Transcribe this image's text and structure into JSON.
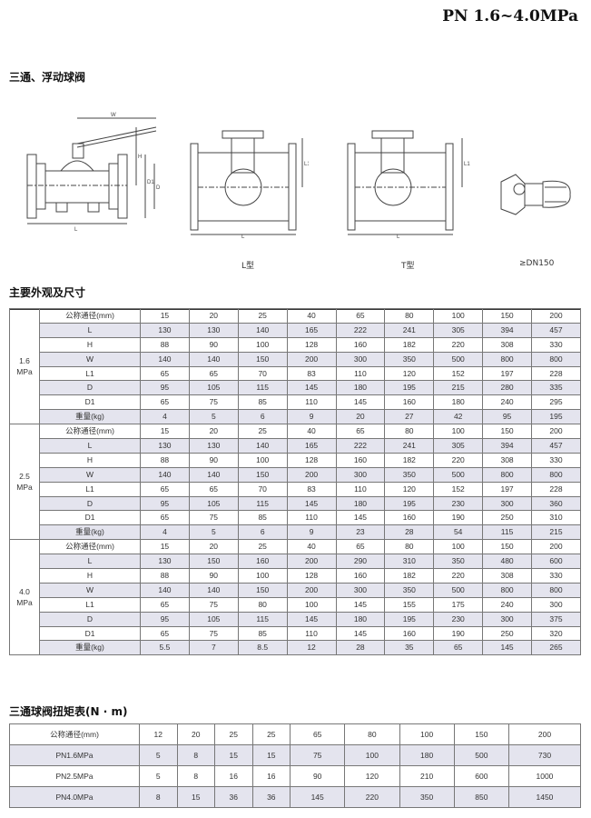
{
  "header": {
    "title": "PN 1.6~4.0MPa"
  },
  "section1": {
    "title": "三通、浮动球阀"
  },
  "drawings": {
    "captions": [
      "L型",
      "T型",
      "≥DN150"
    ],
    "labels": {
      "w": "W",
      "h": "H",
      "d": "D",
      "d1": "D1",
      "l": "L",
      "l1": "L1"
    }
  },
  "section2": {
    "title": "主要外观及尺寸"
  },
  "spec_table": {
    "groups": [
      {
        "pressure": [
          "1.6",
          "MPa"
        ],
        "rows": [
          {
            "label": "公称通径(mm)",
            "values": [
              "15",
              "20",
              "25",
              "40",
              "65",
              "80",
              "100",
              "150",
              "200"
            ],
            "shade": false
          },
          {
            "label": "L",
            "values": [
              "130",
              "130",
              "140",
              "165",
              "222",
              "241",
              "305",
              "394",
              "457"
            ],
            "shade": true
          },
          {
            "label": "H",
            "values": [
              "88",
              "90",
              "100",
              "128",
              "160",
              "182",
              "220",
              "308",
              "330"
            ],
            "shade": false
          },
          {
            "label": "W",
            "values": [
              "140",
              "140",
              "150",
              "200",
              "300",
              "350",
              "500",
              "800",
              "800"
            ],
            "shade": true
          },
          {
            "label": "L1",
            "values": [
              "65",
              "65",
              "70",
              "83",
              "110",
              "120",
              "152",
              "197",
              "228"
            ],
            "shade": false
          },
          {
            "label": "D",
            "values": [
              "95",
              "105",
              "115",
              "145",
              "180",
              "195",
              "215",
              "280",
              "335"
            ],
            "shade": true
          },
          {
            "label": "D1",
            "values": [
              "65",
              "75",
              "85",
              "110",
              "145",
              "160",
              "180",
              "240",
              "295"
            ],
            "shade": false
          },
          {
            "label": "重量(kg)",
            "values": [
              "4",
              "5",
              "6",
              "9",
              "20",
              "27",
              "42",
              "95",
              "195"
            ],
            "shade": true
          }
        ]
      },
      {
        "pressure": [
          "2.5",
          "MPa"
        ],
        "rows": [
          {
            "label": "公称通径(mm)",
            "values": [
              "15",
              "20",
              "25",
              "40",
              "65",
              "80",
              "100",
              "150",
              "200"
            ],
            "shade": false
          },
          {
            "label": "L",
            "values": [
              "130",
              "130",
              "140",
              "165",
              "222",
              "241",
              "305",
              "394",
              "457"
            ],
            "shade": true
          },
          {
            "label": "H",
            "values": [
              "88",
              "90",
              "100",
              "128",
              "160",
              "182",
              "220",
              "308",
              "330"
            ],
            "shade": false
          },
          {
            "label": "W",
            "values": [
              "140",
              "140",
              "150",
              "200",
              "300",
              "350",
              "500",
              "800",
              "800"
            ],
            "shade": true
          },
          {
            "label": "L1",
            "values": [
              "65",
              "65",
              "70",
              "83",
              "110",
              "120",
              "152",
              "197",
              "228"
            ],
            "shade": false
          },
          {
            "label": "D",
            "values": [
              "95",
              "105",
              "115",
              "145",
              "180",
              "195",
              "230",
              "300",
              "360"
            ],
            "shade": true
          },
          {
            "label": "D1",
            "values": [
              "65",
              "75",
              "85",
              "110",
              "145",
              "160",
              "190",
              "250",
              "310"
            ],
            "shade": false
          },
          {
            "label": "重量(kg)",
            "values": [
              "4",
              "5",
              "6",
              "9",
              "23",
              "28",
              "54",
              "115",
              "215"
            ],
            "shade": true
          }
        ]
      },
      {
        "pressure": [
          "4.0",
          "MPa"
        ],
        "rows": [
          {
            "label": "公称通径(mm)",
            "values": [
              "15",
              "20",
              "25",
              "40",
              "65",
              "80",
              "100",
              "150",
              "200"
            ],
            "shade": false
          },
          {
            "label": "L",
            "values": [
              "130",
              "150",
              "160",
              "200",
              "290",
              "310",
              "350",
              "480",
              "600"
            ],
            "shade": true
          },
          {
            "label": "H",
            "values": [
              "88",
              "90",
              "100",
              "128",
              "160",
              "182",
              "220",
              "308",
              "330"
            ],
            "shade": false
          },
          {
            "label": "W",
            "values": [
              "140",
              "140",
              "150",
              "200",
              "300",
              "350",
              "500",
              "800",
              "800"
            ],
            "shade": true
          },
          {
            "label": "L1",
            "values": [
              "65",
              "75",
              "80",
              "100",
              "145",
              "155",
              "175",
              "240",
              "300"
            ],
            "shade": false
          },
          {
            "label": "D",
            "values": [
              "95",
              "105",
              "115",
              "145",
              "180",
              "195",
              "230",
              "300",
              "375"
            ],
            "shade": true
          },
          {
            "label": "D1",
            "values": [
              "65",
              "75",
              "85",
              "110",
              "145",
              "160",
              "190",
              "250",
              "320"
            ],
            "shade": false
          },
          {
            "label": "重量(kg)",
            "values": [
              "5.5",
              "7",
              "8.5",
              "12",
              "28",
              "35",
              "65",
              "145",
              "265"
            ],
            "shade": true
          }
        ]
      }
    ]
  },
  "section3": {
    "title": "三通球阀扭矩表(N · m)"
  },
  "torque_table": {
    "rows": [
      {
        "label": "公称通径(mm)",
        "values": [
          "12",
          "20",
          "25",
          "25",
          "65",
          "80",
          "100",
          "150",
          "200"
        ],
        "shade": false
      },
      {
        "label": "PN1.6MPa",
        "values": [
          "5",
          "8",
          "15",
          "15",
          "75",
          "100",
          "180",
          "500",
          "730"
        ],
        "shade": true
      },
      {
        "label": "PN2.5MPa",
        "values": [
          "5",
          "8",
          "16",
          "16",
          "90",
          "120",
          "210",
          "600",
          "1000"
        ],
        "shade": false
      },
      {
        "label": "PN4.0MPa",
        "values": [
          "8",
          "15",
          "36",
          "36",
          "145",
          "220",
          "350",
          "850",
          "1450"
        ],
        "shade": true
      }
    ]
  }
}
